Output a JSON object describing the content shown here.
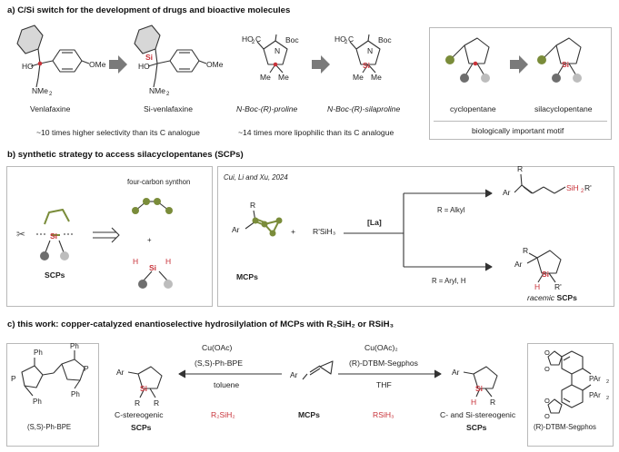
{
  "section_a": {
    "heading": "a) C/Si switch for the development of drugs and bioactive molecules",
    "venlafaxine": {
      "name": "Venlafaxine",
      "si_name": "Si-venlafaxine",
      "note": "~10 times higher selectivity than its C analogue"
    },
    "proline": {
      "name": "N-Boc-(R)-proline",
      "si_name": "N-Boc-(R)-silaproline",
      "note": "~14 times more lipophilic than its C analogue"
    },
    "motif": {
      "carbon": "cyclopentane",
      "silicon": "silacyclopentane",
      "caption": "biologically important motif"
    }
  },
  "section_b": {
    "heading": "b) synthetic strategy to access silacyclopentanes (SCPs)",
    "synthon_label": "four-carbon synthon",
    "plus": "+",
    "scps_label": "SCPs",
    "citation": "Cui, Li and Xu, 2024",
    "mcps_label": "MCPs",
    "reagent": "R'SiH₃",
    "catalyst": "[La]",
    "upper_condition": "R = Alkyl",
    "lower_condition": "R = Aryl, H",
    "racemic_label": "racemic",
    "product_scps": "SCPs"
  },
  "section_c": {
    "heading": "c) this work: copper-catalyzed enantioselective hydrosilylation of MCPs with R₂SiH₂ or RSiH₃",
    "ligand_left": "(S,S)-Ph-BPE",
    "ligand_right": "(R)-DTBM-Segphos",
    "left_catalyst": "Cu(OAc)",
    "left_ligand": "(S,S)-Ph-BPE",
    "left_solvent": "toluene",
    "left_silane": "R₂SiH₂",
    "left_product_desc": "C-stereogenic",
    "left_product": "SCPs",
    "center": "MCPs",
    "right_catalyst": "Cu(OAc)₂",
    "right_ligand": "(R)-DTBM-Segphos",
    "right_solvent": "THF",
    "right_silane": "RSiH₃",
    "right_product_desc": "C- and Si-stereogenic",
    "right_product": "SCPs"
  },
  "colors": {
    "olive": "#7a8c3a",
    "darkgrey": "#6e6e6e",
    "lightgrey": "#bdbdbd",
    "red": "#c8333a",
    "arrow": "#7a7a7a"
  }
}
